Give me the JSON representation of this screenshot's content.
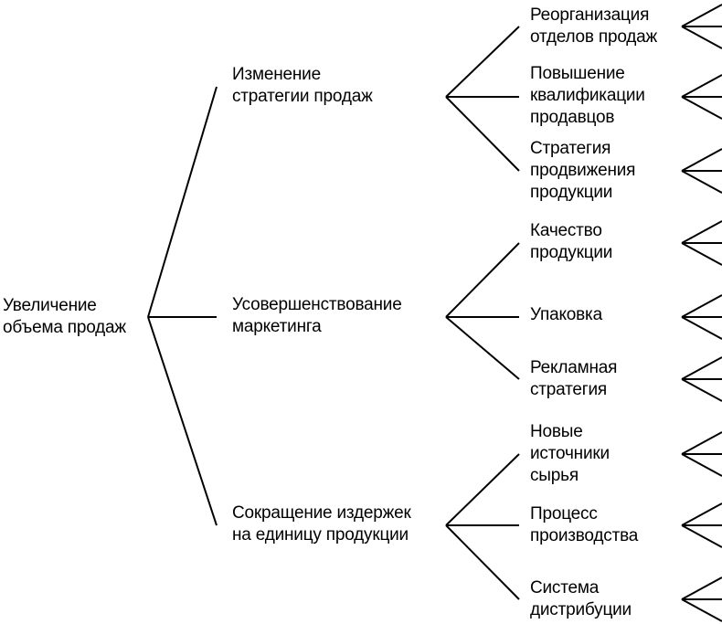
{
  "tree": {
    "root": {
      "lines": [
        "Увеличение",
        "объема продаж"
      ]
    },
    "branches": [
      {
        "lines": [
          "Изменение",
          "стратегии продаж"
        ],
        "leaves": [
          {
            "lines": [
              "Реорганизация",
              "отделов продаж"
            ]
          },
          {
            "lines": [
              "Повышение",
              "квалификации",
              "продавцов"
            ]
          },
          {
            "lines": [
              "Стратегия",
              "продвижения",
              "продукции"
            ]
          }
        ]
      },
      {
        "lines": [
          "Усовершенствование",
          "маркетинга"
        ],
        "leaves": [
          {
            "lines": [
              "Качество",
              "продукции"
            ]
          },
          {
            "lines": [
              "Упаковка"
            ]
          },
          {
            "lines": [
              "Рекламная",
              "стратегия"
            ]
          }
        ]
      },
      {
        "lines": [
          "Сокращение издержек",
          "на единицу продукции"
        ],
        "leaves": [
          {
            "lines": [
              "Новые",
              "источники",
              "сырья"
            ]
          },
          {
            "lines": [
              "Процесс",
              "производства"
            ]
          },
          {
            "lines": [
              "Система",
              "дистрибуции"
            ]
          }
        ]
      }
    ]
  }
}
